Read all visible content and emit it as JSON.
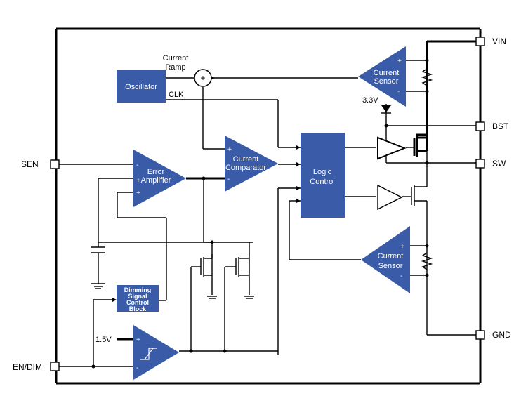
{
  "pins": {
    "vin": "VIN",
    "bst": "BST",
    "sw": "SW",
    "gnd": "GND",
    "sen": "SEN",
    "en_dim": "EN/DIM"
  },
  "blocks": {
    "oscillator": "Oscillator",
    "logic_control": [
      "Logic",
      "Control"
    ],
    "error_amplifier": [
      "Error",
      "Amplifier"
    ],
    "current_comparator": [
      "Current",
      "Comparator"
    ],
    "current_sensor_top": [
      "Current",
      "Sensor"
    ],
    "current_sensor_bottom": [
      "Current",
      "Sensor"
    ],
    "dimming_block": [
      "Dimming",
      "Signal",
      "Control",
      "Block"
    ]
  },
  "labels": {
    "current_ramp": [
      "Current",
      "Ramp"
    ],
    "clk": "CLK",
    "v33": "3.3V",
    "v15": "1.5V",
    "plus": "+",
    "minus": "-"
  },
  "colors": {
    "block_fill": "#3a5ba8",
    "wire": "#000000",
    "background": "#ffffff"
  }
}
